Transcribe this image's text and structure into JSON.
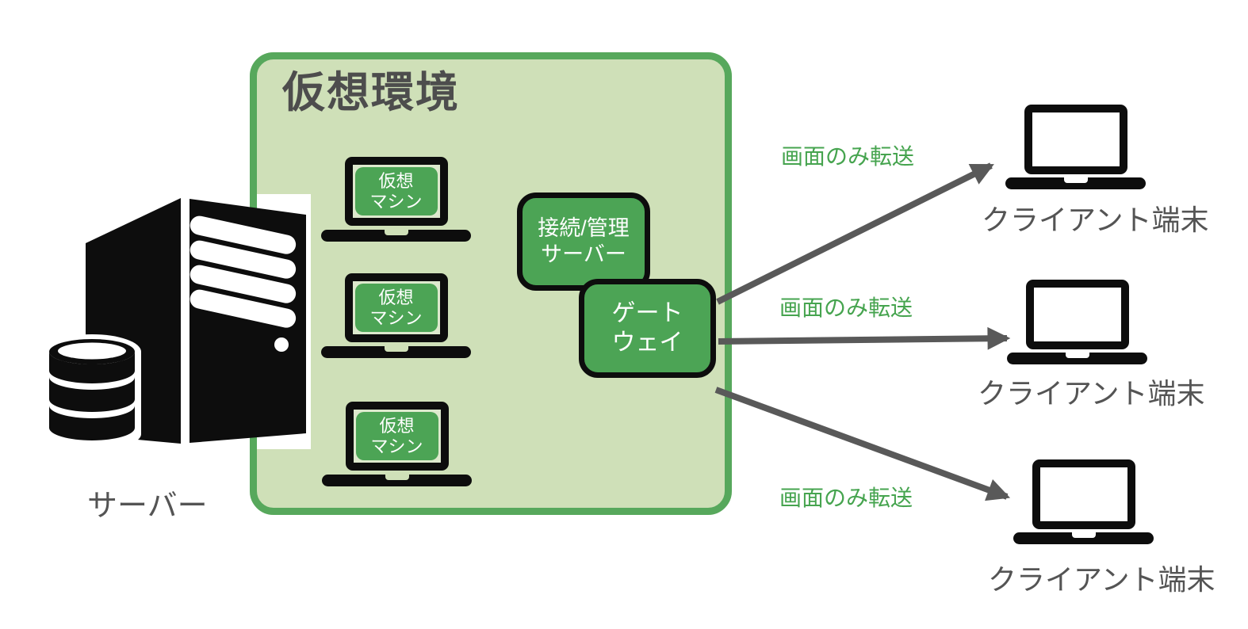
{
  "colors": {
    "container_fill": "#cfe0b8",
    "container_border": "#57a85c",
    "node_green": "#4ca455",
    "transfer_label_green": "#46a44f",
    "text_gray": "#545454",
    "arrow_gray": "#595959",
    "icon_black": "#0d0d0d"
  },
  "environment": {
    "title": "仮想環境",
    "vms": [
      {
        "line1": "仮想",
        "line2": "マシン"
      },
      {
        "line1": "仮想",
        "line2": "マシン"
      },
      {
        "line1": "仮想",
        "line2": "マシン"
      }
    ],
    "management_server": {
      "line1": "接続/管理",
      "line2": "サーバー"
    },
    "gateway": {
      "line1": "ゲート",
      "line2": "ウェイ"
    }
  },
  "server": {
    "label": "サーバー"
  },
  "clients": [
    {
      "label": "クライアント端末"
    },
    {
      "label": "クライアント端末"
    },
    {
      "label": "クライアント端末"
    }
  ],
  "transfers": [
    {
      "label": "画面のみ転送"
    },
    {
      "label": "画面のみ転送"
    },
    {
      "label": "画面のみ転送"
    }
  ]
}
